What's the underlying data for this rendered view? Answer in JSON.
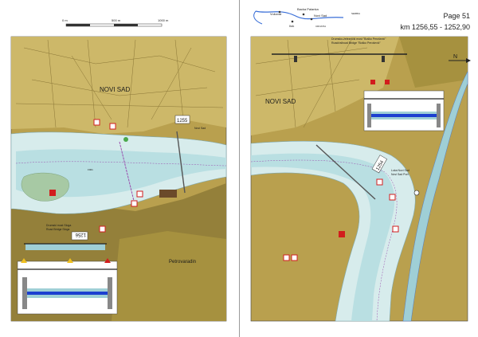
{
  "left_map": {
    "city_label": "NOVI SAD",
    "district_label": "Petrovaradin",
    "scale_labels": [
      "0 m",
      "500 m",
      "1000 m"
    ],
    "km_sign_top": "1255",
    "km_sign_mid": "1256",
    "bridge_name_lines": [
      "Drumski most Sloga",
      "Road Bridge Sloga"
    ],
    "small_labels": [
      "Novi Sad",
      "F901"
    ]
  },
  "right_map": {
    "city_label": "NOVI SAD",
    "page_number": "Page 51",
    "km_range": "km 1256,55 - 1252,90",
    "bridge_title_lines": [
      "Drumsko-železnički most \"Boško Perošević\"",
      "Road/railroad Bridge \"Boško Perošević\""
    ],
    "port_label_lines": [
      "Luka Novi Sad",
      "Novi Sad Port"
    ],
    "km_sign": "1254",
    "north_label": "N",
    "locator_towns": [
      "Vukovar",
      "Backa Palanka",
      "Novi Sad",
      "Ilok"
    ],
    "locator_country": "SERBIA",
    "locator_country_2": "CROATIA"
  },
  "colors": {
    "land": "#b9a04e",
    "land_dark": "#94803a",
    "city": "#cdb869",
    "river": "#d7ecec",
    "channel": "#9fcfd6",
    "navigation": "#3a6fd8",
    "sign_red": "#d21d1d"
  }
}
